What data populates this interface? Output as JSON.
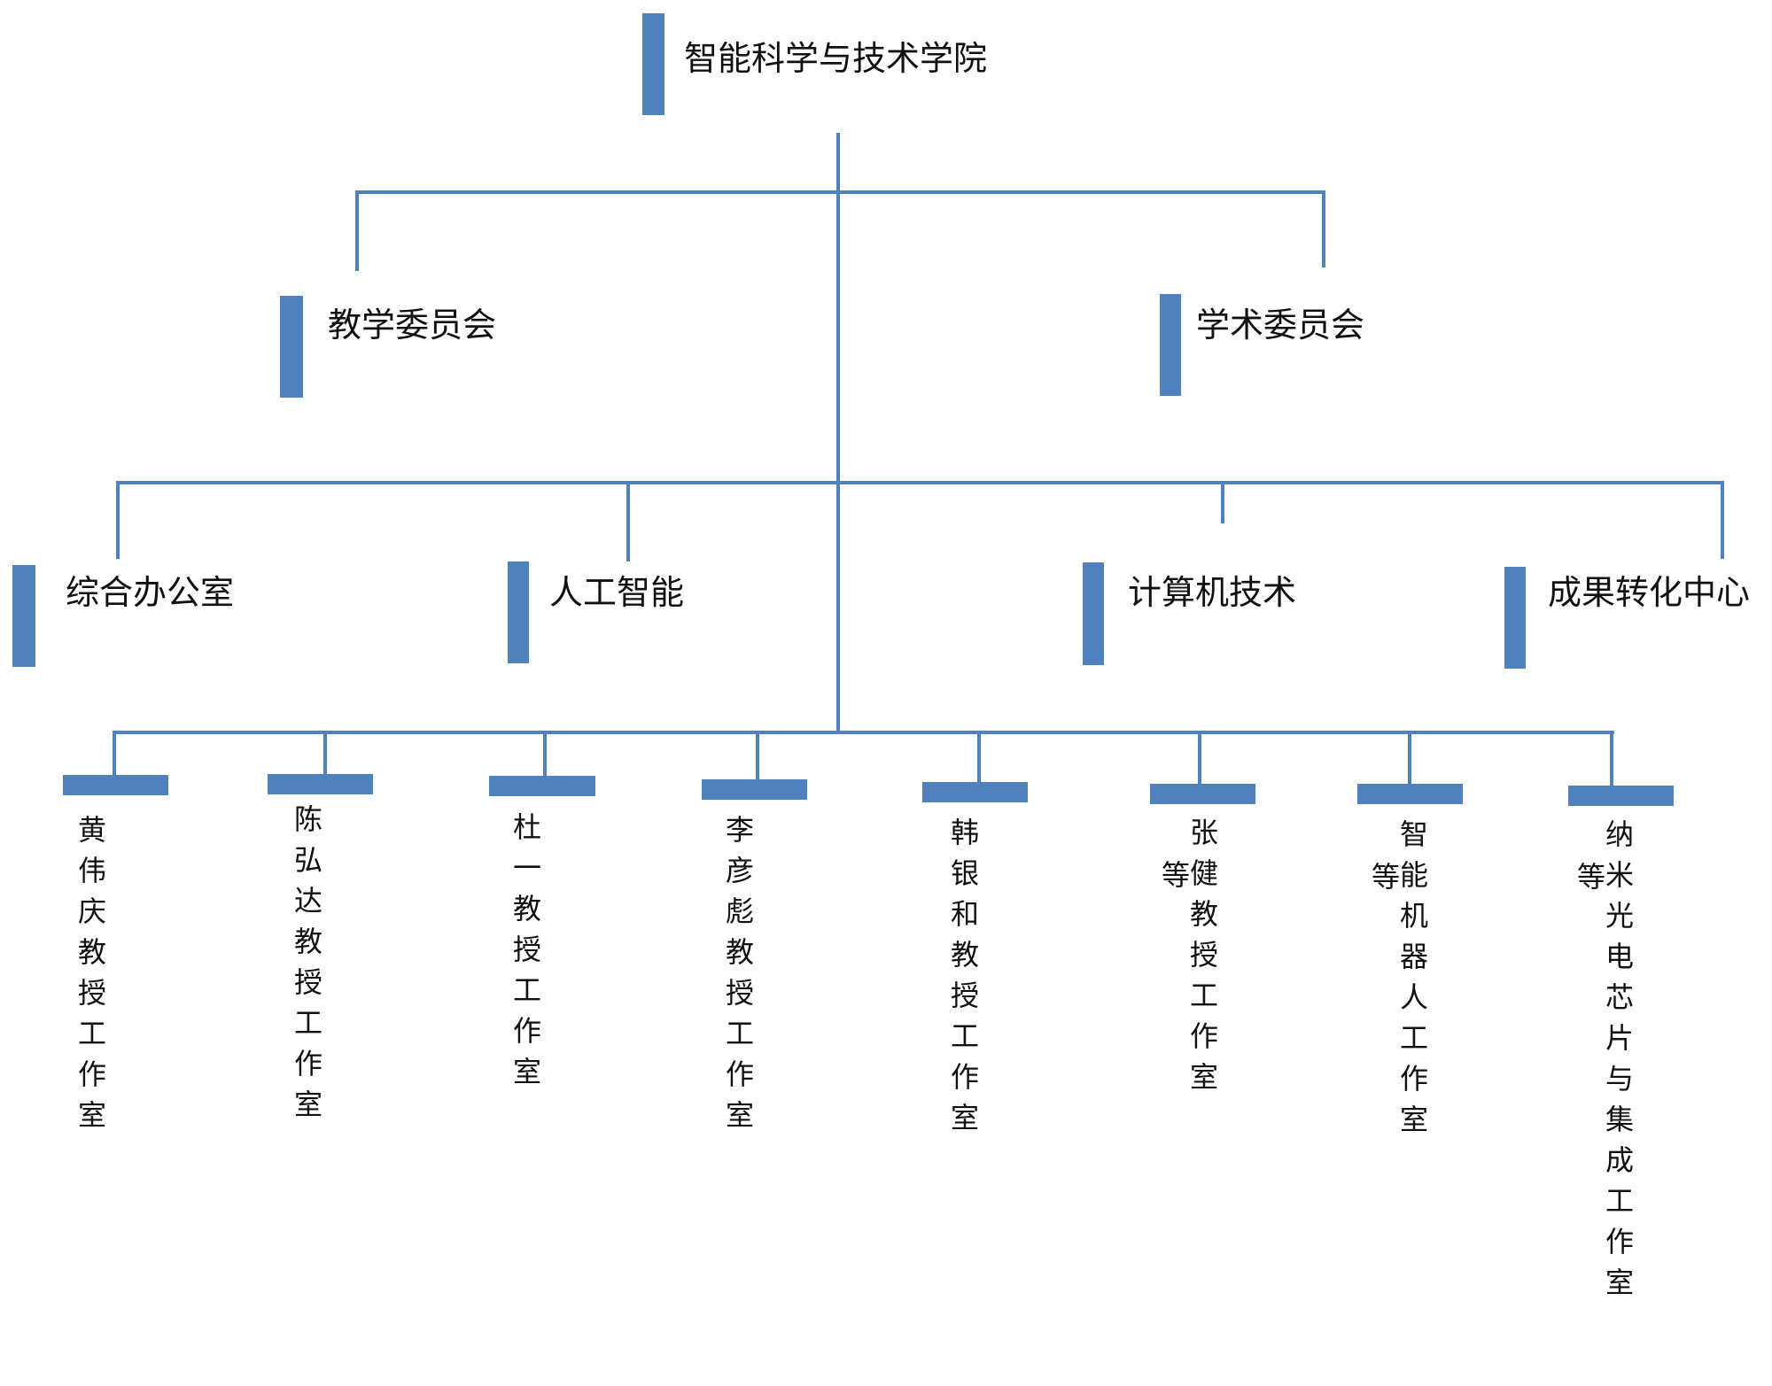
{
  "root": {
    "title": "智能科学与技术学院"
  },
  "committees": [
    {
      "label": "教学委员会"
    },
    {
      "label": "学术委员会"
    }
  ],
  "departments": [
    {
      "label": "综合办公室"
    },
    {
      "label": "人工智能"
    },
    {
      "label": "计算机技术"
    },
    {
      "label": "成果转化中心"
    }
  ],
  "studios": [
    {
      "label": "黄伟庆教授工作室"
    },
    {
      "label": "陈弘达教授工作室"
    },
    {
      "label": "杜一教授工作室"
    },
    {
      "label": "李彦彪教授工作室"
    },
    {
      "label": "韩银和教授工作室"
    },
    {
      "label": "张健教授工作室",
      "etc": "等"
    },
    {
      "label": "智能机器人工作室",
      "etc": "等"
    },
    {
      "label": "纳米光电芯片与集成工作室",
      "etc": "等"
    }
  ],
  "colors": {
    "accent": "#4f81bd"
  }
}
